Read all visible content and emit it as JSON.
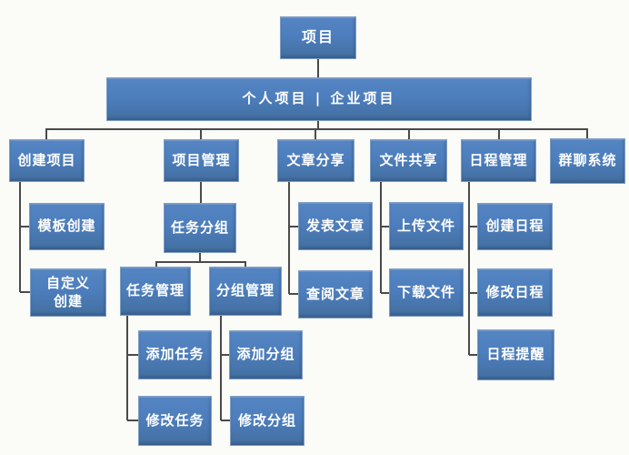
{
  "diagram": {
    "type": "hierarchy-org-chart",
    "colors": {
      "node_fill": "#4d7ebd",
      "node_fill_dark": "#436f9f",
      "node_border": "#7e9dc4",
      "node_text": "#ffffff",
      "connector": "#4a4a4a",
      "background": "#fbfbf8"
    },
    "nodes": {
      "root": {
        "label": "项目"
      },
      "project_types": {
        "label": "个人项目 | 企业项目"
      },
      "create_project": {
        "label": "创建项目"
      },
      "project_management": {
        "label": "项目管理"
      },
      "article_sharing": {
        "label": "文章分享"
      },
      "file_sharing": {
        "label": "文件共享"
      },
      "schedule_management": {
        "label": "日程管理"
      },
      "group_chat": {
        "label": "群聊系统"
      },
      "template_create": {
        "label": "模板创建"
      },
      "custom_create": {
        "label": "自定义创建"
      },
      "task_grouping": {
        "label": "任务分组"
      },
      "task_management": {
        "label": "任务管理"
      },
      "group_management": {
        "label": "分组管理"
      },
      "add_task": {
        "label": "添加任务"
      },
      "modify_task": {
        "label": "修改任务"
      },
      "add_group": {
        "label": "添加分组"
      },
      "modify_group": {
        "label": "修改分组"
      },
      "publish_article": {
        "label": "发表文章"
      },
      "view_article": {
        "label": "查阅文章"
      },
      "upload_file": {
        "label": "上传文件"
      },
      "download_file": {
        "label": "下载文件"
      },
      "create_schedule": {
        "label": "创建日程"
      },
      "modify_schedule": {
        "label": "修改日程"
      },
      "schedule_reminder": {
        "label": "日程提醒"
      }
    },
    "edges": [
      [
        "root",
        "project_types"
      ],
      [
        "project_types",
        "create_project"
      ],
      [
        "project_types",
        "project_management"
      ],
      [
        "project_types",
        "article_sharing"
      ],
      [
        "project_types",
        "file_sharing"
      ],
      [
        "project_types",
        "schedule_management"
      ],
      [
        "project_types",
        "group_chat"
      ],
      [
        "create_project",
        "template_create"
      ],
      [
        "create_project",
        "custom_create"
      ],
      [
        "project_management",
        "task_grouping"
      ],
      [
        "task_grouping",
        "task_management"
      ],
      [
        "task_grouping",
        "group_management"
      ],
      [
        "task_management",
        "add_task"
      ],
      [
        "task_management",
        "modify_task"
      ],
      [
        "group_management",
        "add_group"
      ],
      [
        "group_management",
        "modify_group"
      ],
      [
        "article_sharing",
        "publish_article"
      ],
      [
        "article_sharing",
        "view_article"
      ],
      [
        "file_sharing",
        "upload_file"
      ],
      [
        "file_sharing",
        "download_file"
      ],
      [
        "schedule_management",
        "create_schedule"
      ],
      [
        "schedule_management",
        "modify_schedule"
      ],
      [
        "schedule_management",
        "schedule_reminder"
      ]
    ]
  }
}
